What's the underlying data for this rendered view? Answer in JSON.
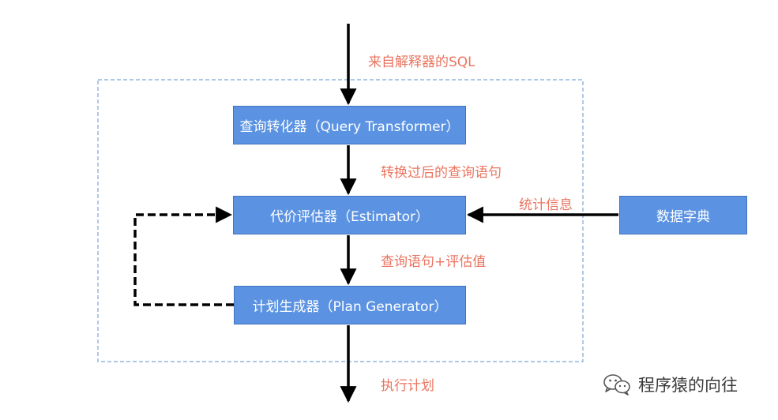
{
  "diagram": {
    "nodes": {
      "query_transformer": "查询转化器（Query Transformer）",
      "estimator": "代价评估器（Estimator）",
      "plan_generator": "计划生成器（Plan Generator）",
      "data_dictionary": "数据字典"
    },
    "edges": {
      "sql_from_parser": "来自解释器的SQL",
      "transformed_query": "转换过后的查询语句",
      "query_and_estimate": "查询语句+评估值",
      "statistics": "统计信息",
      "execution_plan": "执行计划"
    },
    "colors": {
      "node_fill": "#5b93e2",
      "node_border": "#4273bd",
      "label_text": "#ea7560",
      "container_border": "#7aa7d6",
      "arrow": "#000000"
    }
  },
  "watermark": {
    "icon": "wechat-icon",
    "text": "程序猿的向往"
  }
}
